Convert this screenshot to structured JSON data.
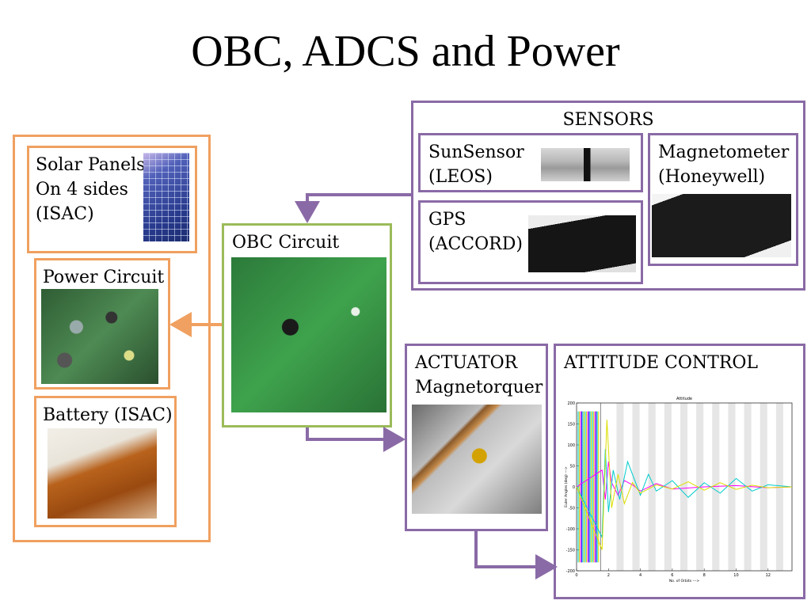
{
  "title": "OBC, ADCS and Power",
  "colors": {
    "orange": "#f0a060",
    "purple": "#8a6aa6",
    "green": "#9bbb59"
  },
  "power_group": {
    "solar": {
      "label": "Solar Panels\nOn 4 sides\n(ISAC)"
    },
    "power_circuit": {
      "label": "Power Circuit"
    },
    "battery": {
      "label": "Battery (ISAC)"
    }
  },
  "obc": {
    "label": "OBC Circuit"
  },
  "sensors": {
    "heading": "SENSORS",
    "sunsensor": {
      "label": "SunSensor\n(LEOS)"
    },
    "gps": {
      "label": "GPS\n(ACCORD)"
    },
    "magnetometer": {
      "label": "Magnetometer\n(Honeywell)"
    }
  },
  "actuator": {
    "label": "ACTUATOR\nMagnetorquer"
  },
  "attitude": {
    "label": "ATTITUDE CONTROL",
    "chart_data": {
      "type": "line",
      "title": "Attitude",
      "xlabel": "No. of Orbits --->",
      "ylabel": "Euler Angles (deg) --->",
      "xlim": [
        0,
        13.5
      ],
      "ylim": [
        -200,
        200
      ],
      "xticks": [
        0,
        2,
        4,
        6,
        8,
        10,
        12
      ],
      "yticks": [
        200,
        150,
        100,
        50,
        0,
        -50,
        -100,
        -150,
        -200
      ],
      "series": [
        {
          "color": "#ff00ff",
          "x": [
            0,
            1.6,
            1.8,
            2,
            2.2,
            2.6,
            3,
            3.5,
            4,
            5,
            6,
            8,
            10,
            12,
            13.5
          ],
          "y": [
            0,
            40,
            -30,
            60,
            10,
            -20,
            15,
            5,
            -10,
            8,
            -5,
            0,
            3,
            -2,
            0
          ]
        },
        {
          "color": "#00cccc",
          "x": [
            0,
            1.6,
            1.8,
            2,
            2.3,
            2.7,
            3.2,
            4,
            4.5,
            5,
            6,
            7,
            8,
            9,
            10,
            11,
            12,
            13.5
          ],
          "y": [
            0,
            -120,
            90,
            -60,
            40,
            -30,
            60,
            -20,
            30,
            -10,
            15,
            -25,
            10,
            -15,
            20,
            -10,
            5,
            0
          ]
        },
        {
          "color": "#dddd00",
          "x": [
            0,
            1.6,
            1.9,
            2.2,
            2.6,
            3,
            3.5,
            4,
            5,
            6,
            7,
            8,
            9,
            10,
            11,
            12,
            13.5
          ],
          "y": [
            0,
            -150,
            160,
            -50,
            30,
            -40,
            10,
            -15,
            5,
            -5,
            12,
            -8,
            10,
            -6,
            4,
            -2,
            0
          ]
        }
      ]
    }
  }
}
